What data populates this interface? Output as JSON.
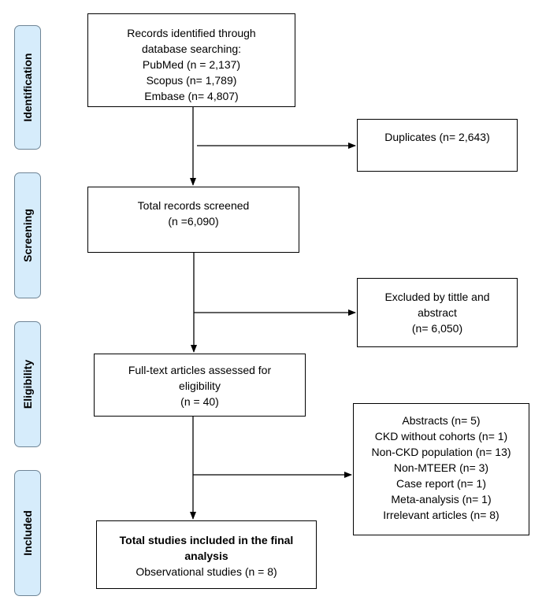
{
  "phases": {
    "identification": "Identification",
    "screening": "Screening",
    "eligibility": "Eligibility",
    "included": "Included"
  },
  "boxes": {
    "records_identified": [
      "Records identified through",
      "database searching:",
      "PubMed (n = 2,137)",
      "Scopus (n= 1,789)",
      "Embase (n= 4,807)"
    ],
    "duplicates": [
      "Duplicates (n= 2,643)"
    ],
    "total_screened": [
      "Total records screened",
      "(n =6,090)"
    ],
    "excluded_title_abstract": [
      "Excluded by tittle and",
      "abstract",
      "(n= 6,050)"
    ],
    "full_text_assessed": [
      "Full-text articles assessed for",
      "eligibility",
      "(n = 40)"
    ],
    "excluded_full_text": [
      "Abstracts (n= 5)",
      "CKD without cohorts (n= 1)",
      "Non-CKD population (n= 13)",
      "Non-MTEER (n= 3)",
      "Case report (n= 1)",
      "Meta-analysis (n= 1)",
      "Irrelevant articles (n= 8)"
    ],
    "included_final": {
      "title_lines": [
        "Total studies included in the final",
        "analysis"
      ],
      "detail": "Observational studies (n = 8)"
    }
  }
}
